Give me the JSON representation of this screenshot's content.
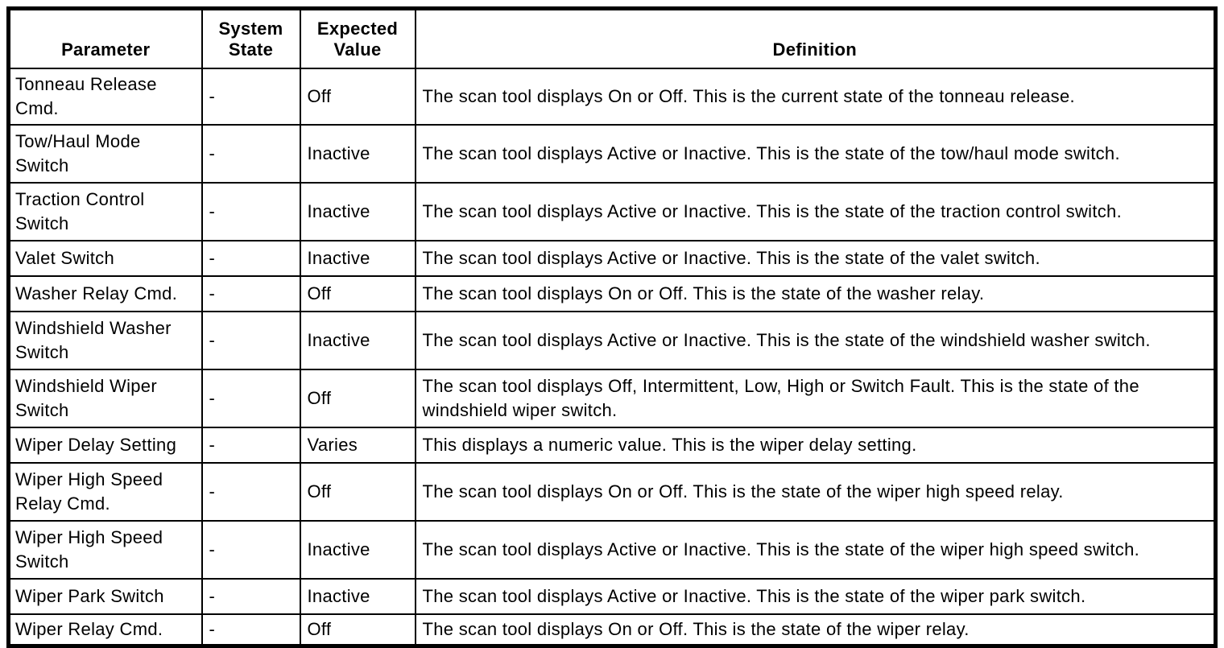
{
  "table": {
    "columns": [
      "Parameter",
      "System State",
      "Expected Value",
      "Definition"
    ],
    "rows": [
      {
        "parameter": "Tonneau Release Cmd.",
        "system_state": "-",
        "expected_value": "Off",
        "definition": "The scan tool displays On or Off. This is the current state of the tonneau release."
      },
      {
        "parameter": "Tow/Haul Mode Switch",
        "system_state": "-",
        "expected_value": "Inactive",
        "definition": "The scan tool displays Active or Inactive. This is the state of the tow/haul mode switch."
      },
      {
        "parameter": "Traction Control Switch",
        "system_state": "-",
        "expected_value": "Inactive",
        "definition": "The scan tool displays Active or Inactive. This is the state of the traction control switch."
      },
      {
        "parameter": "Valet Switch",
        "system_state": "-",
        "expected_value": "Inactive",
        "definition": "The scan tool displays Active or Inactive. This is the state of the valet switch."
      },
      {
        "parameter": "Washer Relay Cmd.",
        "system_state": "-",
        "expected_value": "Off",
        "definition": "The scan tool displays On or Off. This is the state of the washer relay."
      },
      {
        "parameter": "Windshield Washer Switch",
        "system_state": "-",
        "expected_value": "Inactive",
        "definition": "The scan tool displays Active or Inactive. This is the state of the windshield washer switch."
      },
      {
        "parameter": "Windshield Wiper Switch",
        "system_state": "-",
        "expected_value": "Off",
        "definition": "The scan tool displays Off, Intermittent, Low, High or Switch Fault. This is the state of the windshield wiper switch."
      },
      {
        "parameter": "Wiper Delay Setting",
        "system_state": "-",
        "expected_value": "Varies",
        "definition": "This displays a numeric value. This is the wiper delay setting."
      },
      {
        "parameter": "Wiper High Speed Relay Cmd.",
        "system_state": "-",
        "expected_value": "Off",
        "definition": "The scan tool displays On or Off. This is the state of the wiper high speed relay."
      },
      {
        "parameter": "Wiper High Speed Switch",
        "system_state": "-",
        "expected_value": "Inactive",
        "definition": "The scan tool displays Active or Inactive. This is the state of the wiper high speed switch."
      },
      {
        "parameter": "Wiper Park Switch",
        "system_state": "-",
        "expected_value": "Inactive",
        "definition": "The scan tool displays Active or Inactive. This is the state of the wiper park switch."
      },
      {
        "parameter": "Wiper Relay Cmd.",
        "system_state": "-",
        "expected_value": "Off",
        "definition": "The scan tool displays On or Off. This is the state of the wiper relay."
      }
    ]
  }
}
